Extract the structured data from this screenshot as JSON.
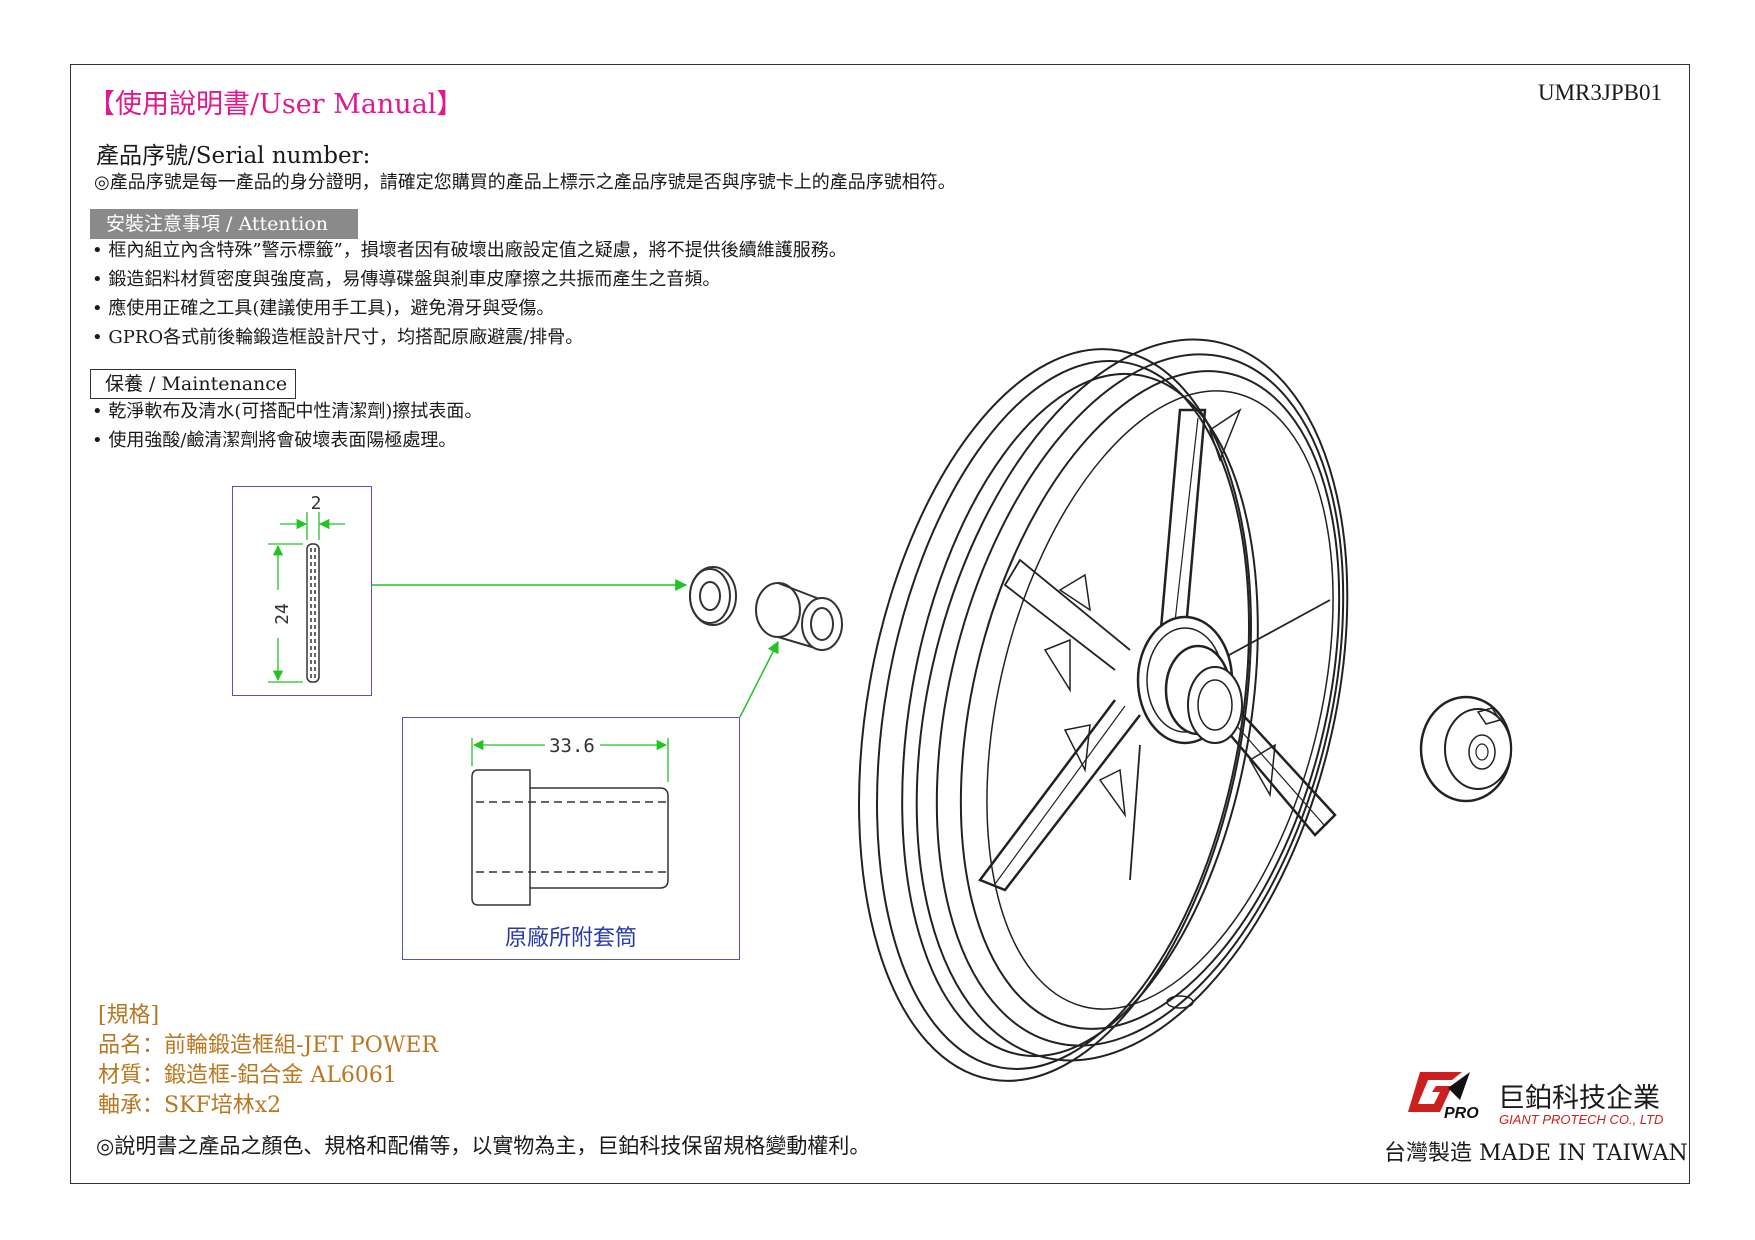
{
  "header": {
    "title": "【使用說明書/User Manual】",
    "code": "UMR3JPB01"
  },
  "serial": {
    "heading": "產品序號/Serial number:",
    "note": "◎產品序號是每一產品的身分證明，請確定您購買的產品上標示之產品序號是否與序號卡上的產品序號相符。"
  },
  "attention": {
    "label": "安裝注意事項 / Attention",
    "items": [
      "框內組立內含特殊”警示標籤”，損壞者因有破壞出廠設定值之疑慮，將不提供後續維護服務。",
      "鍛造鋁料材質密度與強度高，易傳導碟盤與剎車皮摩擦之共振而產生之音頻。",
      "應使用正確之工具(建議使用手工具)，避免滑牙與受傷。",
      "GPRO各式前後輪鍛造框設計尺寸，均搭配原廠避震/排骨。"
    ]
  },
  "maintenance": {
    "label": "保養 / Maintenance",
    "items": [
      "乾淨軟布及清水(可搭配中性清潔劑)擦拭表面。",
      "使用強酸/鹼清潔劑將會破壞表面陽極處理。"
    ]
  },
  "diagram": {
    "washer_thickness": "2",
    "washer_height": "24",
    "collar_length": "33.6",
    "collar_label": "原廠所附套筒",
    "line_color": "#22c322",
    "box_color": "#5454b4"
  },
  "spec": {
    "heading": "[規格]",
    "name": "品名：前輪鍛造框組-JET POWER",
    "material": "材質：鍛造框-鋁合金 AL6061",
    "bearing": "軸承：SKF培林x2"
  },
  "footer": {
    "note": "◎說明書之產品之顏色、規格和配備等，以實物為主，巨鉑科技保留規格變動權利。",
    "company_cn": "巨鉑科技企業",
    "company_en": "GIANT PROTECH CO., LTD",
    "made_in": "台灣製造 MADE IN TAIWAN",
    "logo_text": "PRO",
    "logo_color": "#cc1f1f"
  }
}
